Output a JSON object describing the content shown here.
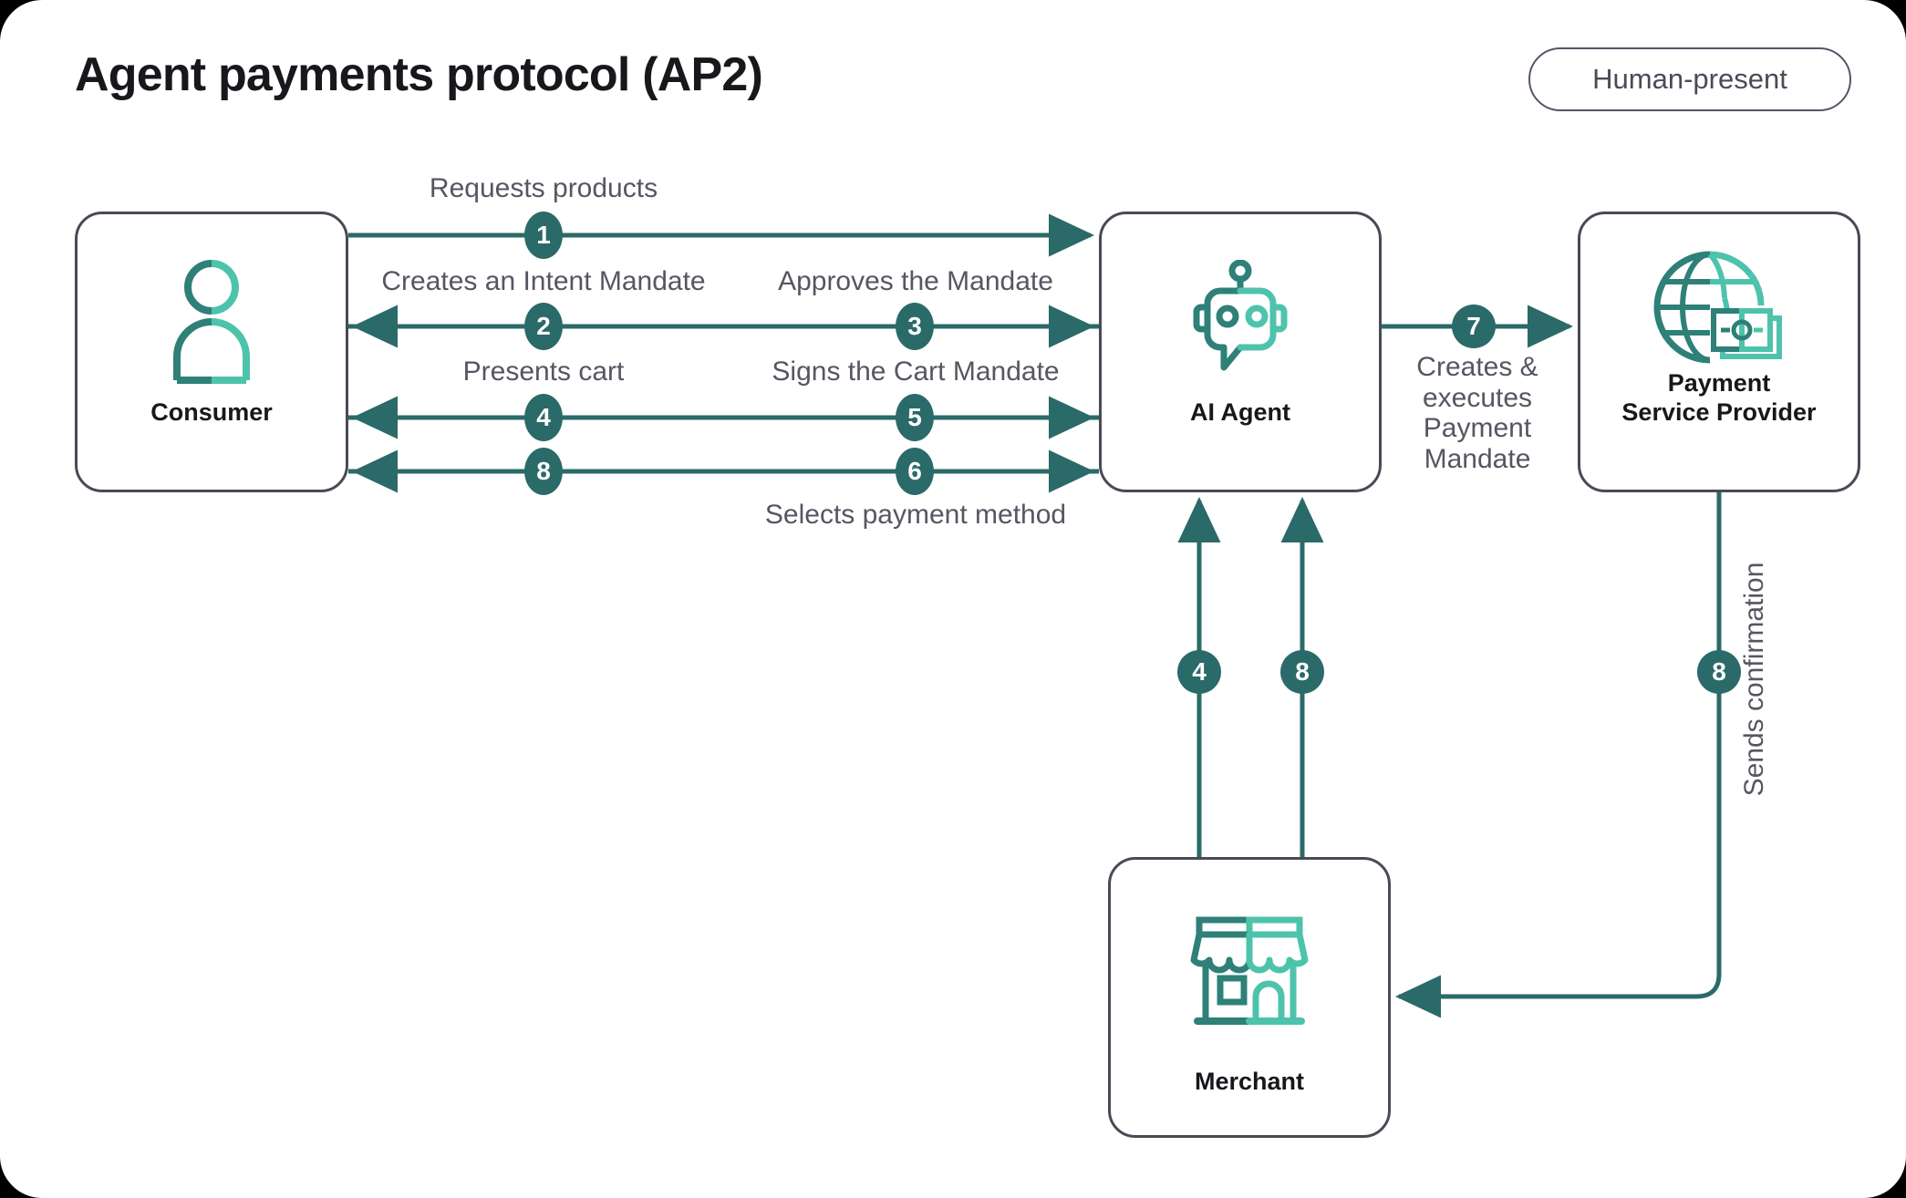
{
  "page": {
    "title": "Agent payments protocol (AP2)",
    "badge": "Human-present",
    "accent_teal": "#2a6a69",
    "icon_dark": "#2e8078",
    "icon_light": "#4ec3ab",
    "card_border": "#4a4a55",
    "label_text": "#565663",
    "background": "#ffffff"
  },
  "nodes": [
    {
      "id": "consumer",
      "label": "Consumer",
      "icon": "person-icon"
    },
    {
      "id": "agent",
      "label": "AI Agent",
      "icon": "robot-icon"
    },
    {
      "id": "psp",
      "label": "Payment\nService Provider",
      "label_line1": "Payment",
      "label_line2": "Service Provider",
      "icon": "globe-money-icon"
    },
    {
      "id": "merchant",
      "label": "Merchant",
      "icon": "storefront-icon"
    }
  ],
  "edges": [
    {
      "step": "1",
      "label": "Requests products",
      "from": "consumer",
      "to": "agent",
      "direction": "right"
    },
    {
      "step": "2",
      "label": "Creates an Intent Mandate",
      "from": "agent",
      "to": "consumer",
      "direction": "left"
    },
    {
      "step": "3",
      "label": "Approves the Mandate",
      "from": "consumer",
      "to": "agent",
      "direction": "right"
    },
    {
      "step": "4",
      "label": "Presents cart",
      "from": "agent",
      "to": "consumer",
      "direction": "left"
    },
    {
      "step": "5",
      "label": "Signs the Cart Mandate",
      "from": "consumer",
      "to": "agent",
      "direction": "right"
    },
    {
      "step": "8",
      "label": "",
      "from": "agent",
      "to": "consumer",
      "direction": "left"
    },
    {
      "step": "6",
      "label": "Selects payment method",
      "from": "consumer",
      "to": "agent",
      "direction": "right"
    },
    {
      "step": "7",
      "label": "Creates & executes Payment Mandate",
      "from": "agent",
      "to": "psp",
      "direction": "right"
    },
    {
      "step": "4",
      "label": "",
      "from": "merchant",
      "to": "agent",
      "direction": "up"
    },
    {
      "step": "8",
      "label": "",
      "from": "merchant",
      "to": "agent",
      "direction": "up"
    },
    {
      "step": "8",
      "label": "Sends confirmation",
      "from": "psp",
      "to": "merchant",
      "direction": "down-left"
    }
  ],
  "labels": {
    "requests_products": "Requests products",
    "creates_intent_mandate": "Creates an Intent Mandate",
    "approves_the_mandate": "Approves the Mandate",
    "presents_cart": "Presents cart",
    "signs_cart_mandate": "Signs the Cart Mandate",
    "selects_payment_method": "Selects payment method",
    "creates_executes_payment_mandate": "Creates &\nexecutes\nPayment\nMandate",
    "creates_executes_l1": "Creates &",
    "creates_executes_l2": "executes",
    "creates_executes_l3": "Payment",
    "creates_executes_l4": "Mandate",
    "sends_confirmation": "Sends confirmation"
  },
  "steps": {
    "s1": "1",
    "s2": "2",
    "s3": "3",
    "s4": "4",
    "s5": "5",
    "s6": "6",
    "s7": "7",
    "s8": "8",
    "v4": "4",
    "v8": "8",
    "p8": "8"
  }
}
